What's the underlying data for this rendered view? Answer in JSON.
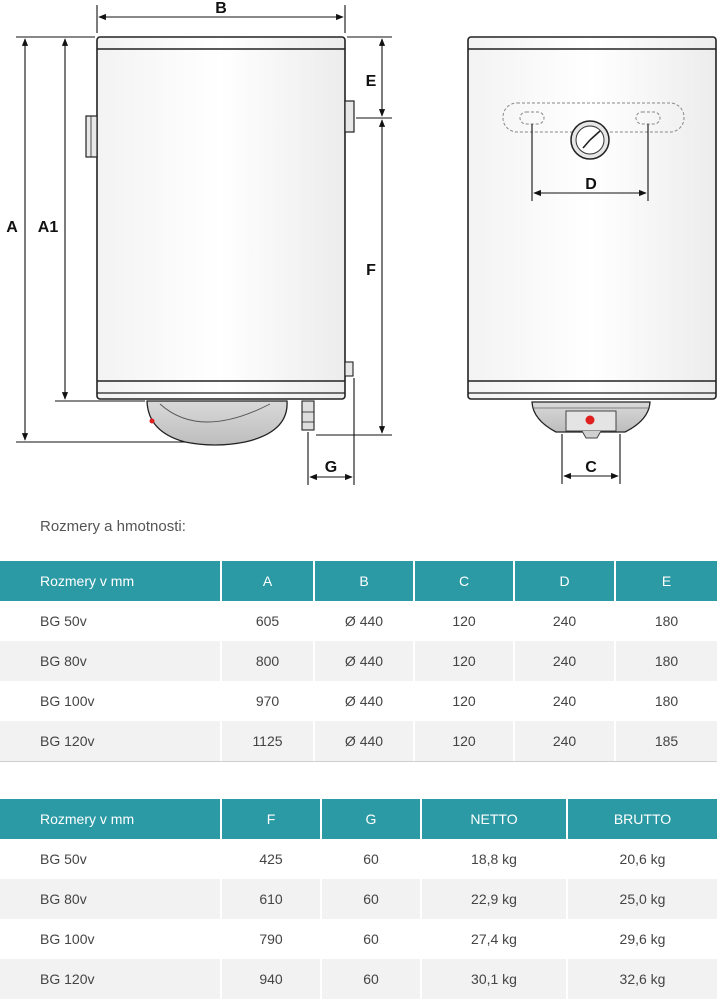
{
  "diagram": {
    "labels": {
      "a": "A",
      "a1": "A1",
      "b": "B",
      "c": "C",
      "d": "D",
      "e": "E",
      "f": "F",
      "g": "G"
    }
  },
  "section_title": "Rozmery a hmotnosti:",
  "table1": {
    "headers": [
      "Rozmery v mm",
      "A",
      "B",
      "C",
      "D",
      "E"
    ],
    "rows": [
      [
        "BG 50v",
        "605",
        "Ø 440",
        "120",
        "240",
        "180"
      ],
      [
        "BG 80v",
        "800",
        "Ø 440",
        "120",
        "240",
        "180"
      ],
      [
        "BG 100v",
        "970",
        "Ø 440",
        "120",
        "240",
        "180"
      ],
      [
        "BG 120v",
        "1125",
        "Ø 440",
        "120",
        "240",
        "185"
      ]
    ]
  },
  "table2": {
    "headers": [
      "Rozmery v mm",
      "F",
      "G",
      "NETTO",
      "BRUTTO"
    ],
    "rows": [
      [
        "BG 50v",
        "425",
        "60",
        "18,8 kg",
        "20,6 kg"
      ],
      [
        "BG 80v",
        "610",
        "60",
        "22,9 kg",
        "25,0 kg"
      ],
      [
        "BG 100v",
        "790",
        "60",
        "27,4 kg",
        "29,6 kg"
      ],
      [
        "BG 120v",
        "940",
        "60",
        "30,1 kg",
        "32,6 kg"
      ]
    ]
  },
  "colors": {
    "header_teal": "#2b9aa5",
    "alt_row": "#f2f2f2",
    "indicator_red": "#e02020"
  }
}
